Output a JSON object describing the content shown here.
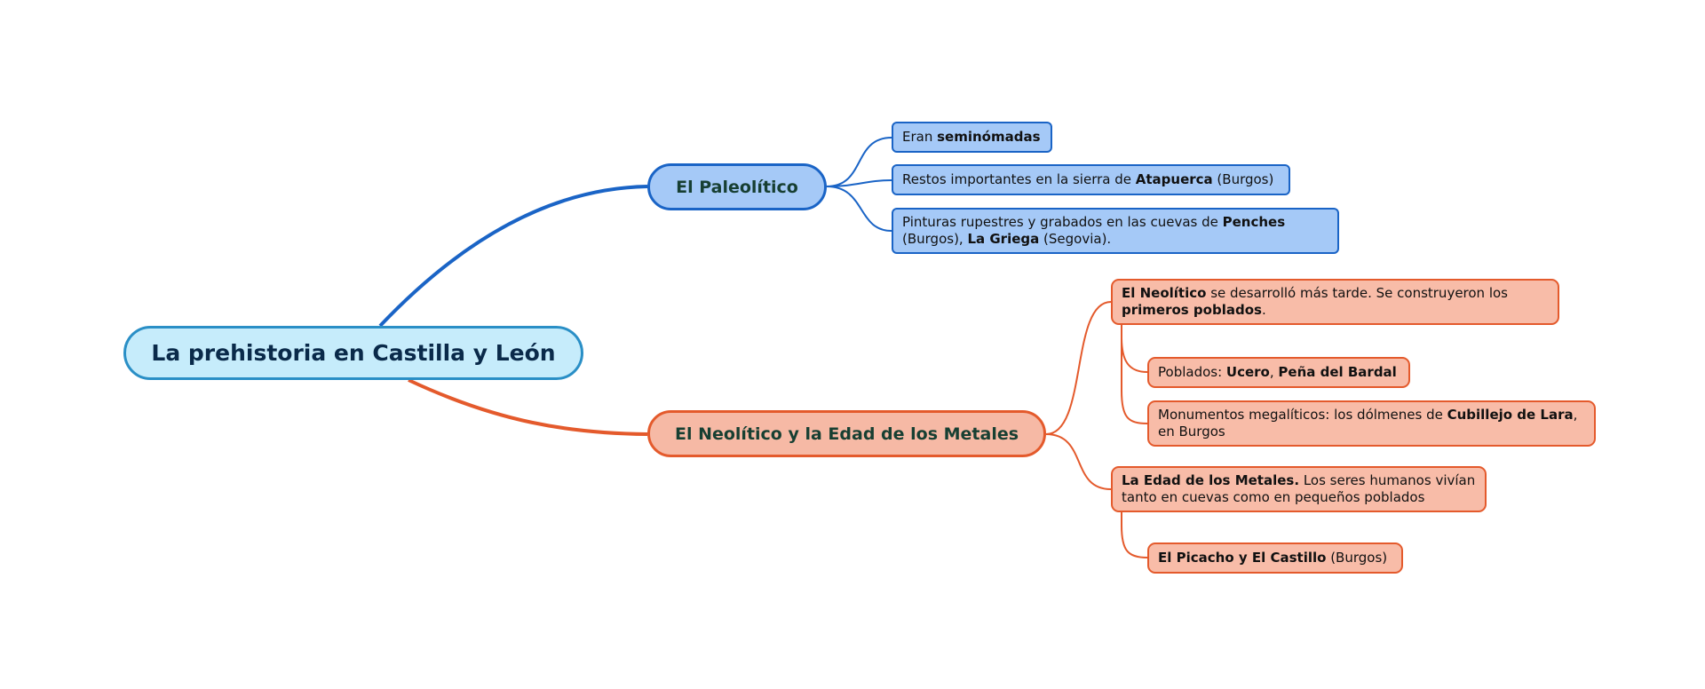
{
  "colors": {
    "central_fill": "#c6ecfb",
    "central_border": "#2a8fc6",
    "blue_fill": "#a5c9f7",
    "blue_border": "#1a64c6",
    "orange_fill": "#f8bca8",
    "orange_border": "#e45a2c",
    "branch_text": "#173f32"
  },
  "central": {
    "label": "La prehistoria en Castilla y León"
  },
  "paleolitico": {
    "label": "El Paleolítico",
    "items": [
      {
        "lines": [
          [
            {
              "text": "Eran ",
              "bold": false
            },
            {
              "text": "seminómadas",
              "bold": true
            }
          ]
        ]
      },
      {
        "lines": [
          [
            {
              "text": "Restos importantes en la sierra de ",
              "bold": false
            },
            {
              "text": "Atapuerca",
              "bold": true
            },
            {
              "text": " (Burgos)",
              "bold": false
            }
          ]
        ]
      },
      {
        "lines": [
          [
            {
              "text": "Pinturas rupestres y grabados en las cuevas de ",
              "bold": false
            },
            {
              "text": "Penches",
              "bold": true
            }
          ],
          [
            {
              "text": "(Burgos), ",
              "bold": false
            },
            {
              "text": "La Griega",
              "bold": true
            },
            {
              "text": " (Segovia).",
              "bold": false
            }
          ]
        ]
      }
    ]
  },
  "neolitico": {
    "label": "El Neolítico y la Edad de los Metales",
    "neolitico_item": {
      "lines": [
        [
          {
            "text": "El Neolítico",
            "bold": true
          },
          {
            "text": " se desarrolló más tarde. Se construyeron los",
            "bold": false
          }
        ],
        [
          {
            "text": "primeros poblados",
            "bold": true
          },
          {
            "text": ".",
            "bold": false
          }
        ]
      ]
    },
    "neolitico_subitems": [
      {
        "lines": [
          [
            {
              "text": "Poblados: ",
              "bold": false
            },
            {
              "text": "Ucero",
              "bold": true
            },
            {
              "text": ", ",
              "bold": false
            },
            {
              "text": "Peña del Bardal",
              "bold": true
            }
          ]
        ]
      },
      {
        "lines": [
          [
            {
              "text": "Monumentos megalíticos: los dólmenes de ",
              "bold": false
            },
            {
              "text": "Cubillejo de Lara",
              "bold": true
            },
            {
              "text": ",",
              "bold": false
            }
          ],
          [
            {
              "text": "en Burgos",
              "bold": false
            }
          ]
        ]
      }
    ],
    "metales_item": {
      "lines": [
        [
          {
            "text": "La Edad de los Metales.",
            "bold": true
          },
          {
            "text": " Los seres humanos vivían",
            "bold": false
          }
        ],
        [
          {
            "text": "tanto en cuevas como en pequeños poblados",
            "bold": false
          }
        ]
      ]
    },
    "metales_subitems": [
      {
        "lines": [
          [
            {
              "text": "El Picacho y El Castillo",
              "bold": true
            },
            {
              "text": " (Burgos)",
              "bold": false
            }
          ]
        ]
      }
    ]
  }
}
